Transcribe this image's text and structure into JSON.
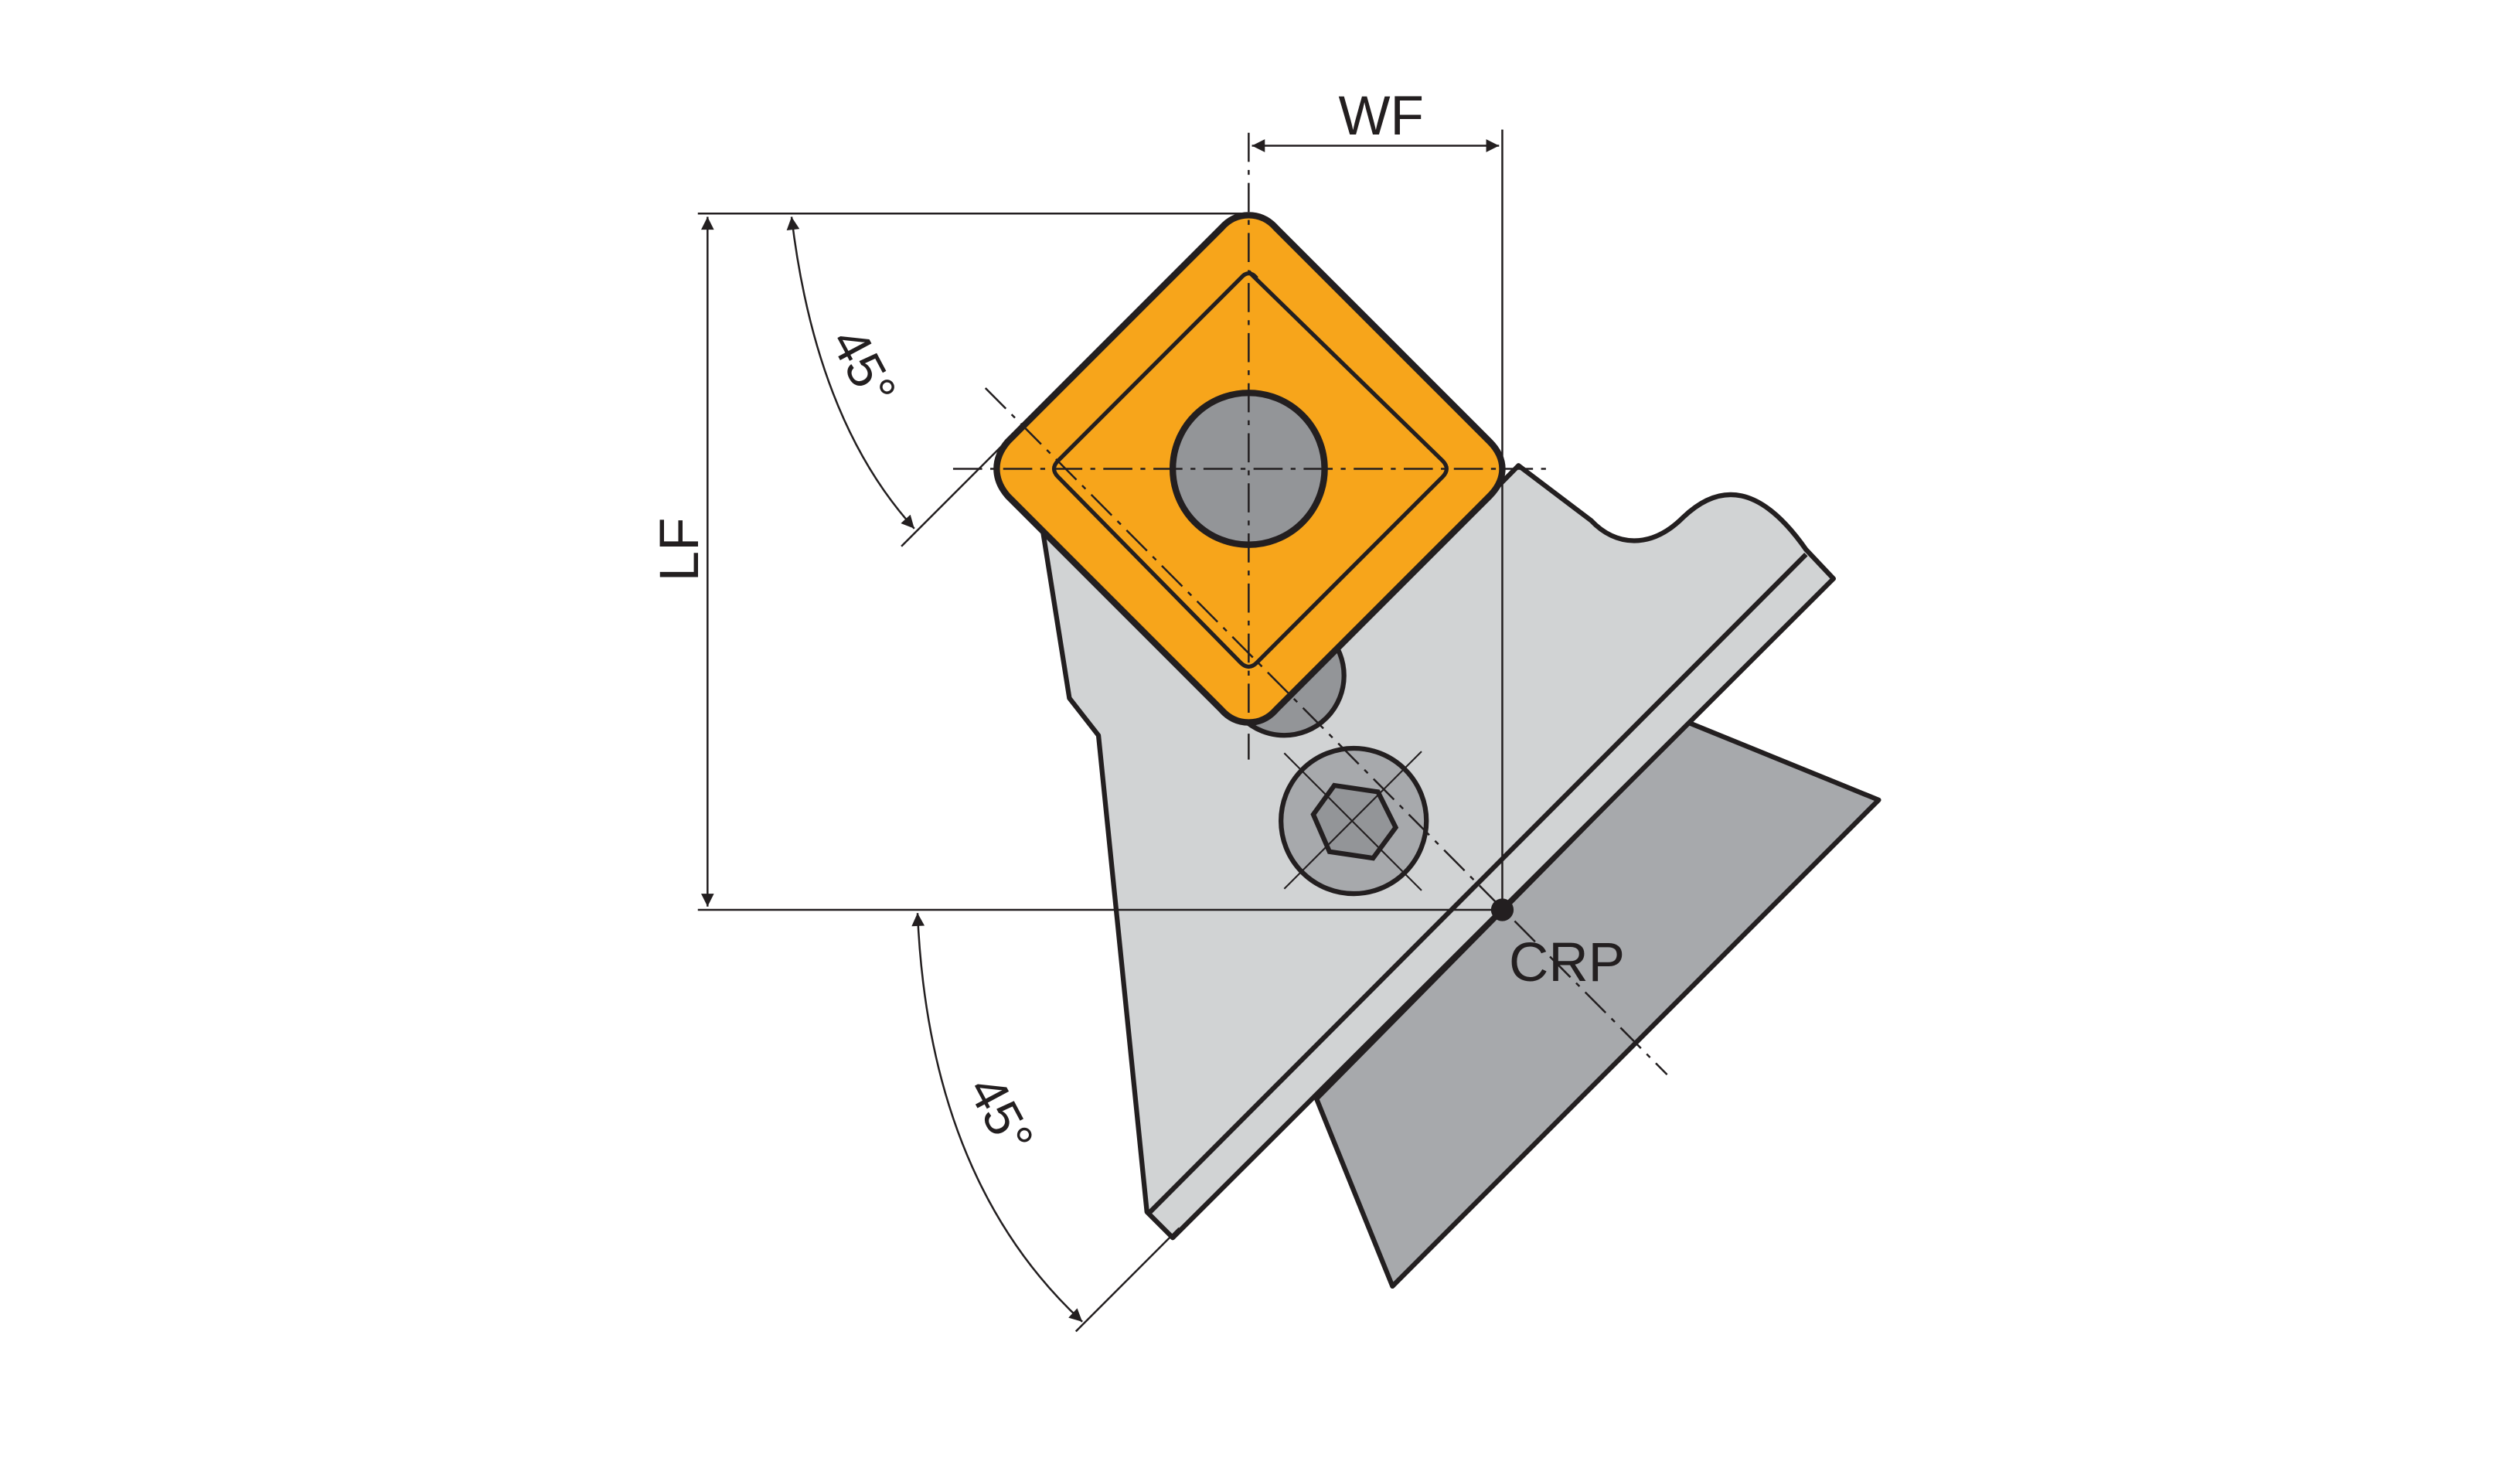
{
  "labels": {
    "wf": "WF",
    "lf": "LF",
    "angle_top": "45°",
    "angle_bottom": "45°",
    "crp": "CRP"
  },
  "colors": {
    "insert": "#f7a51b",
    "holder": "#d1d3d4",
    "blade": "#a7a9ac",
    "hole": "#939598",
    "line": "#231f20"
  }
}
